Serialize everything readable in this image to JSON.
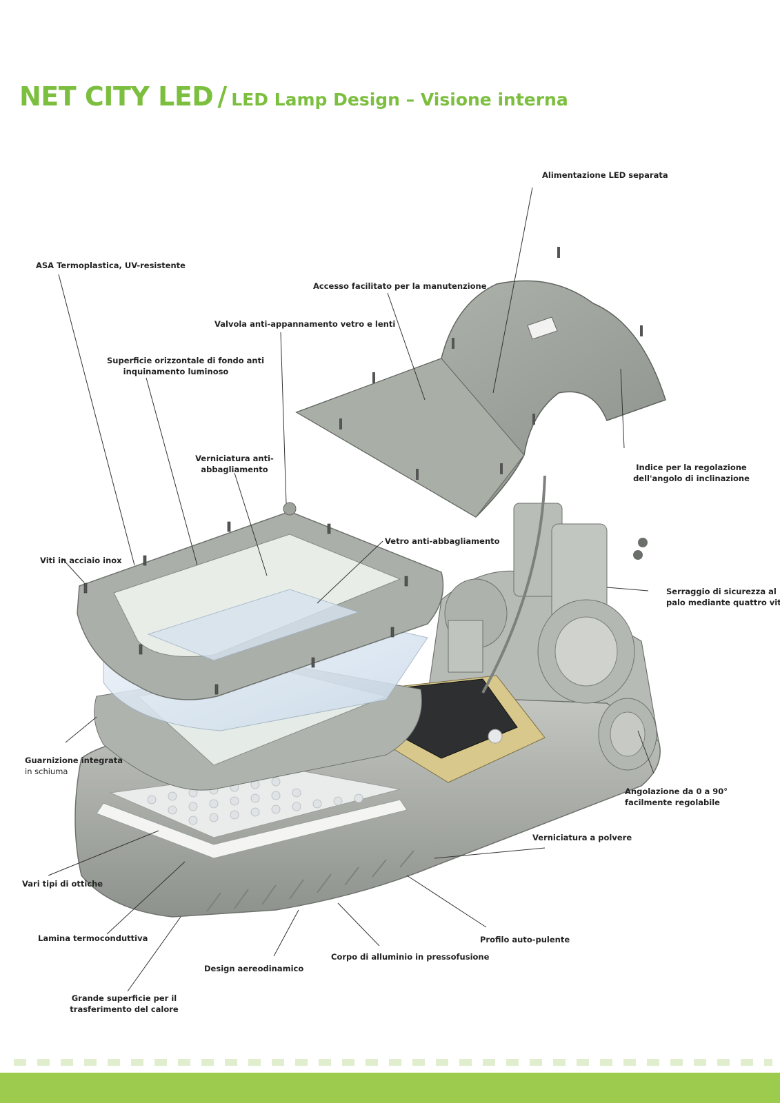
{
  "header": {
    "title_main": "NET CITY LED",
    "title_separator": "/",
    "title_sub": "LED Lamp Design – Visione interna"
  },
  "colors": {
    "brand_green": "#7cbf3f",
    "footer_green": "#9ccb4e",
    "body_gray": "#a7aba6"
  },
  "callouts": {
    "alimentazione": "Alimentazione LED separata",
    "asa": "ASA Termoplastica, UV-resistente",
    "accesso": "Accesso facilitato per la manutenzione",
    "valvola": "Valvola anti-appannamento vetro e lenti",
    "superficie_1": "Superficie orizzontale di fondo anti",
    "superficie_2": "inquinamento luminoso",
    "verniciatura_anti_1": "Verniciatura anti-",
    "verniciatura_anti_2": "abbagliamento",
    "indice_1": "Indice per la regolazione",
    "indice_2": "dell'angolo di inclinazione",
    "vetro": "Vetro anti-abbagliamento",
    "viti": "Viti in acciaio inox",
    "serraggio_1": "Serraggio di sicurezza al",
    "serraggio_2": "palo mediante quattro viti",
    "guarnizione_1": "Guarnizione integrata",
    "guarnizione_2": "in schiuma",
    "angolazione_1": "Angolazione da 0 a 90°",
    "angolazione_2": "facilmente regolabile",
    "polvere": "Verniciatura a polvere",
    "ottiche": "Vari tipi di ottiche",
    "lamina": "Lamina termoconduttiva",
    "profilo": "Profilo auto-pulente",
    "corpo": "Corpo di alluminio in pressofusione",
    "design": "Design aereodinamico",
    "grande_1": "Grande superficie per il",
    "grande_2": "trasferimento del calore"
  }
}
